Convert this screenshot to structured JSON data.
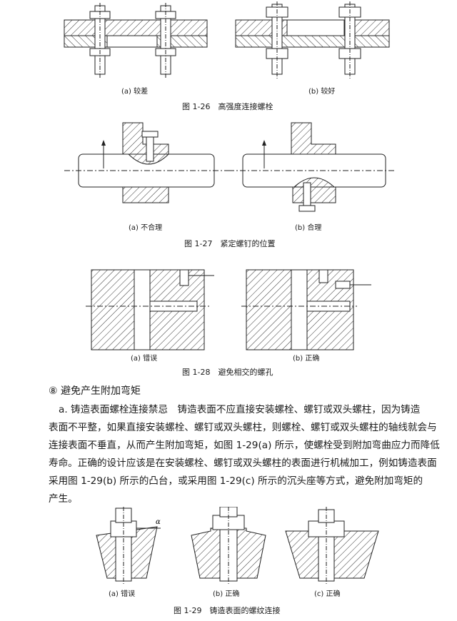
{
  "fig126": {
    "sub_a": "(a) 较差",
    "sub_b": "(b) 较好",
    "caption": "图 1-26　高强度连接螺栓"
  },
  "fig127": {
    "sub_a": "(a) 不合理",
    "sub_b": "(b) 合理",
    "caption": "图 1-27　紧定螺钉的位置"
  },
  "fig128": {
    "sub_a": "(a) 错误",
    "sub_b": "(b) 正确",
    "caption": "图 1-28　避免相交的螺孔"
  },
  "section": {
    "heading": "⑧ 避免产生附加弯矩",
    "lines": [
      "a. 铸造表面螺栓连接禁忌　铸造表面不应直接安装螺栓、螺钉或双头螺柱，因为铸造",
      "表面不平整，如果直接安装螺栓、螺钉或双头螺柱，则螺栓、螺钉或双头螺柱的轴线就会与",
      "连接表面不垂直，从而产生附加弯矩，如图 1-29(a) 所示，使螺栓受到附加弯曲应力而降低",
      "寿命。正确的设计应该是在安装螺栓、螺钉或双头螺柱的表面进行机械加工，例如铸造表面",
      "采用图 1-29(b) 所示的凸台，或采用图 1-29(c) 所示的沉头座等方式，避免附加弯矩的",
      "产生。"
    ]
  },
  "fig129": {
    "alpha": "α",
    "sub_a": "(a) 错误",
    "sub_b": "(b) 正确",
    "sub_c": "(c) 正确",
    "caption": "图 1-29　铸造表面的螺纹连接"
  }
}
